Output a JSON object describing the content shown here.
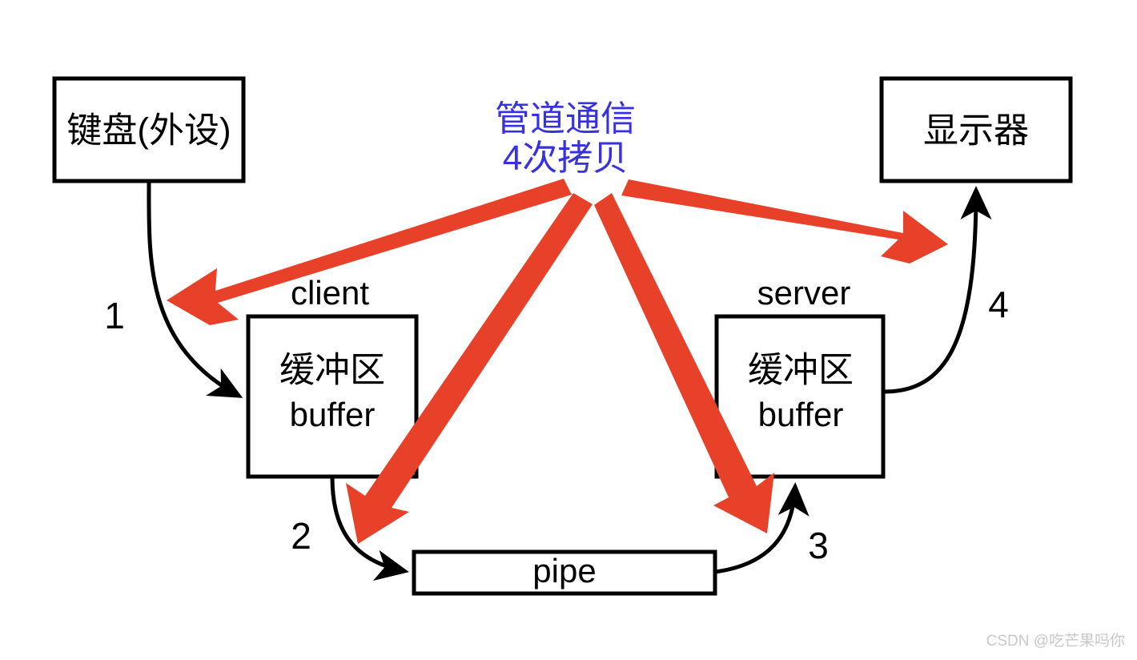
{
  "diagram": {
    "title_annotation": {
      "line1": "管道通信",
      "line2": "4次拷贝",
      "color": "#3731E0"
    },
    "colors": {
      "red_arrow": "#E8412A",
      "blue_text": "#3731E0",
      "stroke": "#000000",
      "box_fill": "#FFFFFF",
      "watermark": "#C8C8C8"
    },
    "nodes": {
      "keyboard": {
        "label": "键盘(外设)"
      },
      "monitor": {
        "label": "显示器"
      },
      "client": {
        "group_label": "client",
        "line1": "缓冲区",
        "line2": "buffer"
      },
      "server": {
        "group_label": "server",
        "line1": "缓冲区",
        "line2": "buffer"
      },
      "pipe": {
        "label": "pipe"
      }
    },
    "steps": [
      {
        "id": 1,
        "label": "1",
        "from": "keyboard",
        "to": "client-buffer"
      },
      {
        "id": 2,
        "label": "2",
        "from": "client-buffer",
        "to": "pipe"
      },
      {
        "id": 3,
        "label": "3",
        "from": "pipe",
        "to": "server-buffer"
      },
      {
        "id": 4,
        "label": "4",
        "from": "server-buffer",
        "to": "monitor"
      }
    ],
    "copy_arrows": [
      {
        "id": "copy-1",
        "target": "keyboard-to-client"
      },
      {
        "id": "copy-2",
        "target": "client-to-pipe"
      },
      {
        "id": "copy-3",
        "target": "pipe-to-server"
      },
      {
        "id": "copy-4",
        "target": "server-to-monitor"
      }
    ],
    "watermark": "CSDN @吃芒果吗你"
  }
}
